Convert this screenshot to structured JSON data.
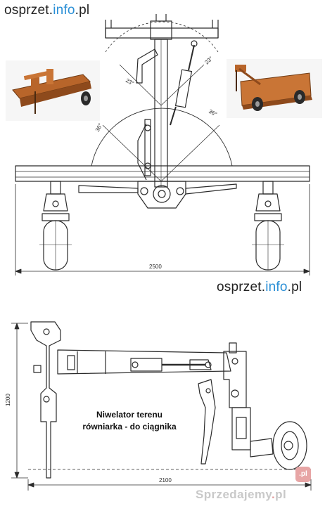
{
  "brand": {
    "prefix": "osprzet.",
    "accent": "info",
    "suffix": ".pl",
    "accent_color": "#2a8fd6"
  },
  "top_view": {
    "angle_labels": [
      "23°",
      "23°",
      "36°",
      "36°"
    ],
    "width_dim": "2500"
  },
  "side_view": {
    "height_dim": "1200",
    "length_dim": "2100"
  },
  "caption": {
    "line1": "Niwelator terenu",
    "line2": "równiarka - do ciągnika"
  },
  "watermark": {
    "text": "Sprzedajemy",
    "dot": ".",
    "tld": "pl",
    "logo": ".pl"
  },
  "colors": {
    "line": "#2b2b2b",
    "machine": "#b8652a",
    "ground": "#e9e9e9"
  },
  "icons": [
    "leveler-render-left",
    "leveler-render-right"
  ]
}
